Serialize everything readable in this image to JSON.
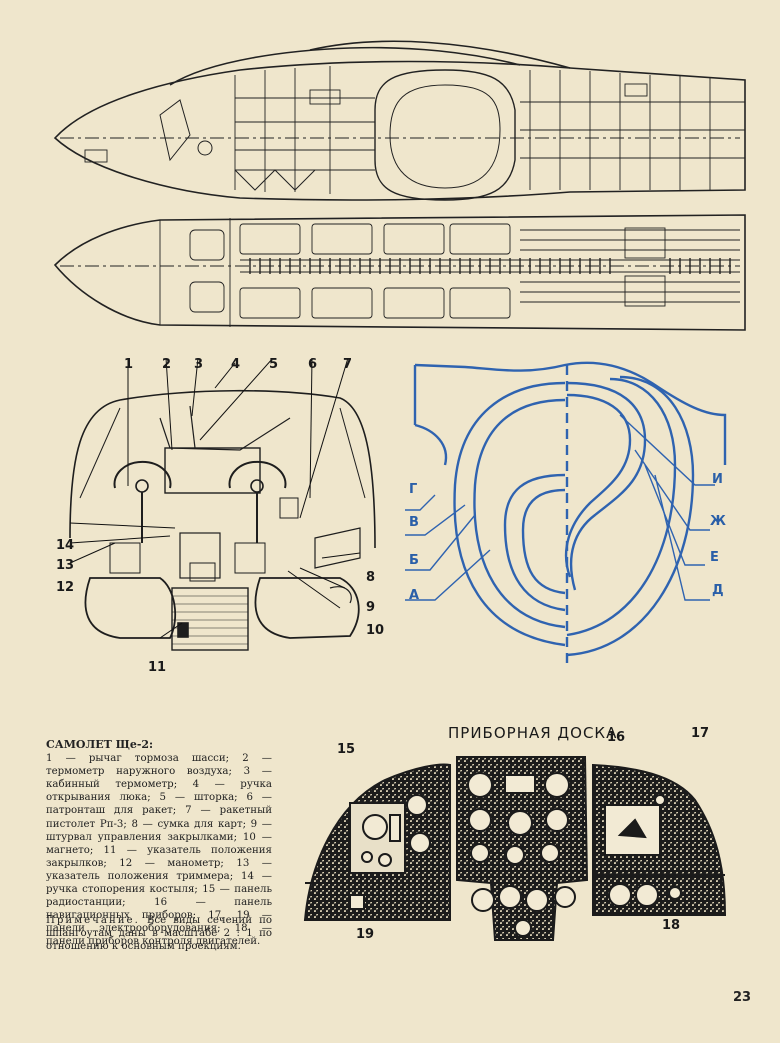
{
  "side_view": {
    "title": ""
  },
  "cockpit_callouts": {
    "c1": "1",
    "c2": "2",
    "c3": "3",
    "c4": "4",
    "c5": "5",
    "c6": "6",
    "c7": "7",
    "c8": "8",
    "c9": "9",
    "c10": "10",
    "c11": "11",
    "c12": "12",
    "c13": "13",
    "c14": "14"
  },
  "sections": {
    "left": [
      "Г",
      "В",
      "Б",
      "А"
    ],
    "right": [
      "И",
      "Ж",
      "Е",
      "Д"
    ]
  },
  "instrument_panel": {
    "title": "ПРИБОРНАЯ ДОСКА",
    "callouts": {
      "c15": "15",
      "c16": "16",
      "c17": "17",
      "c18": "18",
      "c19": "19"
    }
  },
  "caption": {
    "title": "САМОЛЕТ Щe-2:",
    "body": "1 — рычаг тормоза шасси; 2 — термометр наружного воздуха; 3 — кабинный термометр; 4 — ручка открывания люка; 5 — шторка; 6 — патронташ для ракет; 7 — ракетный пистолет Рп-3; 8 — сумка для карт; 9 — штурвал управления закрылками; 10 — магнето; 11 — указатель положения закрылков; 12 — манометр; 13 — указатель положения триммера; 14 — ручка стопорения костыля; 15 — панель радиостанции; 16 — панель навигационных приборов; 17, 19 — панели электрооборудования; 18 — панели приборов контроля двигателей."
  },
  "note": {
    "head": "Примечание.",
    "body": "Все виды сечений по шпангоутам даны в масштабе 2 : 1 по отношению к основным проекциям."
  },
  "page_number": "23"
}
